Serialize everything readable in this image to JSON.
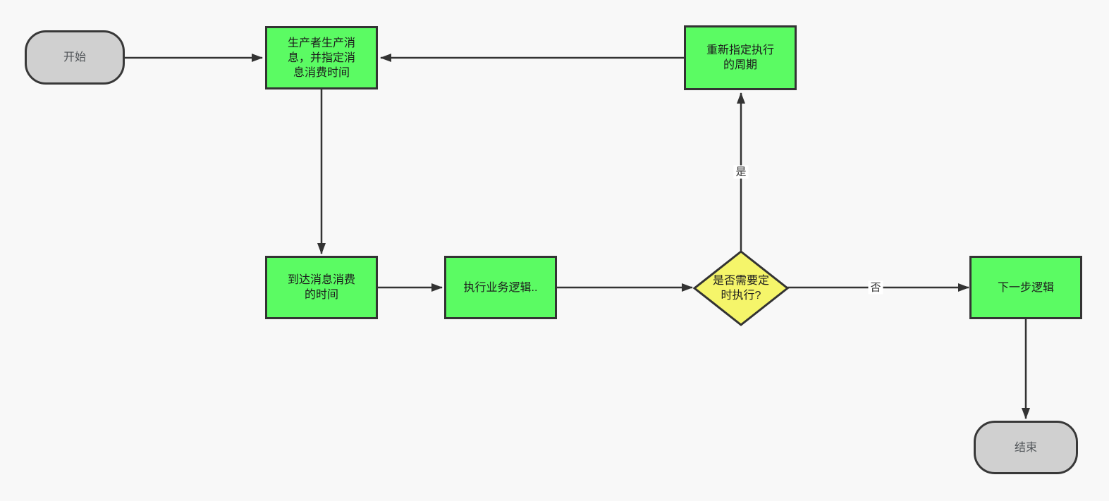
{
  "nodes": {
    "start": {
      "label": "开始",
      "type": "terminator"
    },
    "produce": {
      "label": "生产者生产消息，并指定消息消费时间",
      "type": "process"
    },
    "arrive": {
      "label": "到达消息消费的时间",
      "type": "process"
    },
    "execute": {
      "label": "执行业务逻辑..",
      "type": "process"
    },
    "decision": {
      "label": "是否需要定时执行?",
      "type": "decision"
    },
    "respecify": {
      "label": "重新指定执行的周期",
      "type": "process"
    },
    "next_step": {
      "label": "下一步逻辑",
      "type": "process"
    },
    "end": {
      "label": "结束",
      "type": "terminator"
    }
  },
  "edge_labels": {
    "yes": "是",
    "no": "否"
  },
  "colors": {
    "process_fill": "#5bfb63",
    "decision_fill": "#f5f56a",
    "terminator_fill": "#d0d0d0",
    "border": "#333333",
    "arrow": "#333333",
    "canvas_bg": "#f8f8f8"
  }
}
